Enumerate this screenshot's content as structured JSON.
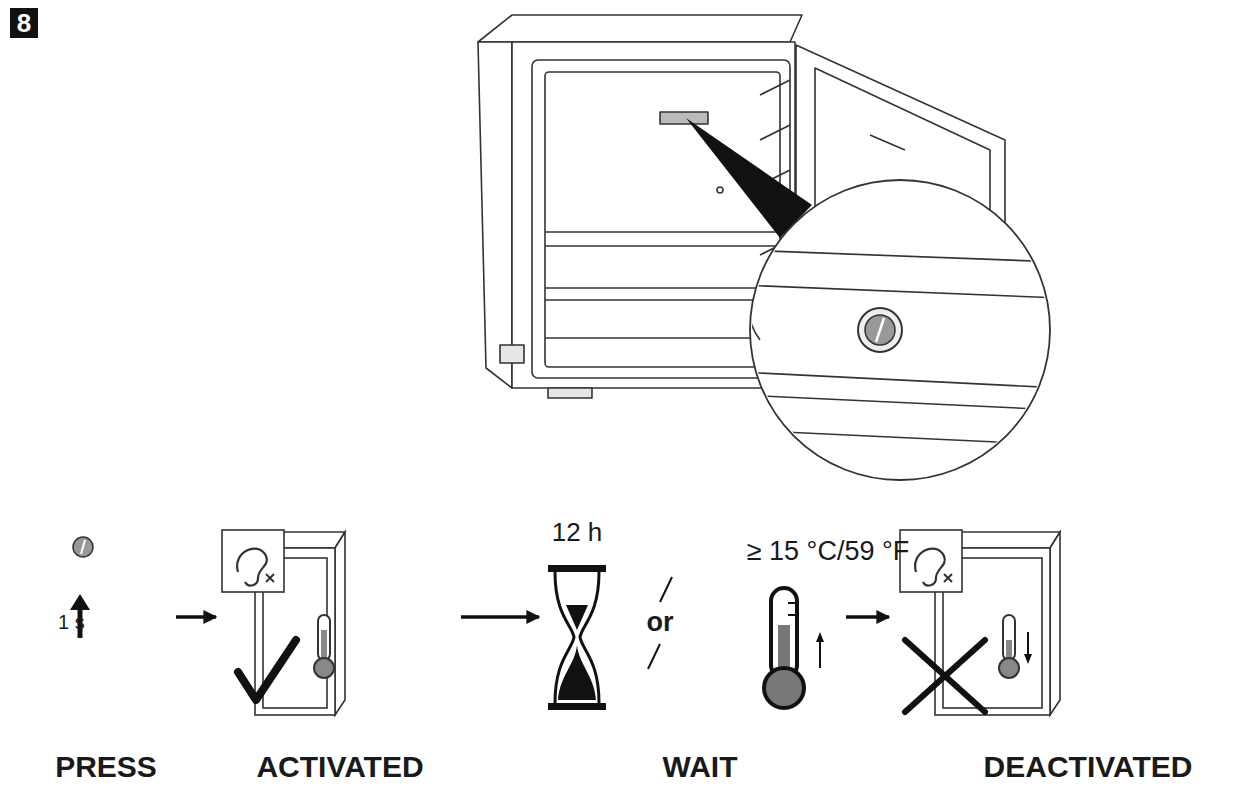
{
  "diagram": {
    "nodes": [
      {
        "text": [
          "PRESS"
        ]
      },
      {
        "text": [
          "ACTIVATED"
        ]
      },
      {
        "text": [
          "WAIT"
        ]
      },
      {
        "text": [
          "DEACTIVATED"
        ]
      }
    ],
    "edges": [
      {
        "from": 0,
        "to": 1,
        "arrow": "to"
      },
      {
        "from": 1,
        "to": 2,
        "arrow": "to"
      },
      {
        "from": 2,
        "to": 3,
        "arrow": "to"
      }
    ],
    "labels": [
      "8",
      "1 s",
      "12 h",
      "or",
      "≥ 15 °C/59 °F"
    ]
  }
}
